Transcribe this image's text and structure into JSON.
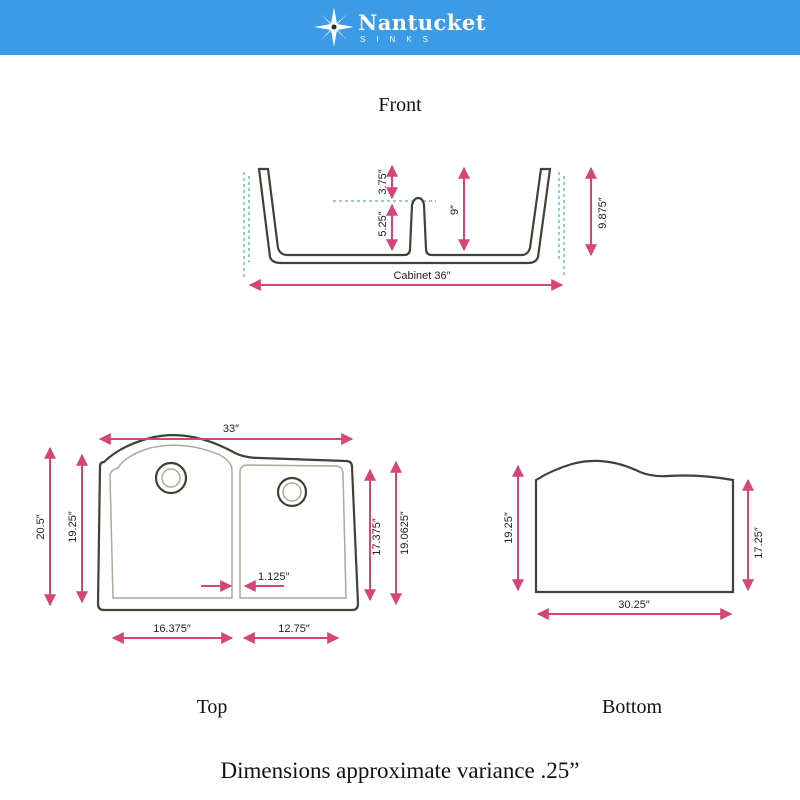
{
  "brand": {
    "name": "Nantucket",
    "subtitle": "SINKS",
    "header_color": "#3c9be6",
    "icon": "compass-rose-icon"
  },
  "views": {
    "front": {
      "title": "Front",
      "labels": {
        "upper_divider": "3.75″",
        "lower_divider": "5.25″",
        "bowl_depth": "9″",
        "overall_height": "9.875″",
        "cabinet": "Cabinet 36″"
      }
    },
    "top": {
      "title": "Top",
      "labels": {
        "overall_width": "33″",
        "overall_depth": "20.5″",
        "left_bowl_depth": "19.25″",
        "divider": "1.125″",
        "right_bowl_depth": "17.375″",
        "right_depth": "19.0625″",
        "left_bowl_width": "16.375″",
        "right_bowl_width": "12.75″"
      }
    },
    "bottom": {
      "title": "Bottom",
      "labels": {
        "left_depth": "19.25″",
        "right_depth": "17.25″",
        "width": "30.25″"
      }
    }
  },
  "footnote": "Dimensions approximate variance .25”",
  "colors": {
    "outline": "#3c4436",
    "dimension": "#d6457a",
    "guide": "#8fd0c8"
  }
}
